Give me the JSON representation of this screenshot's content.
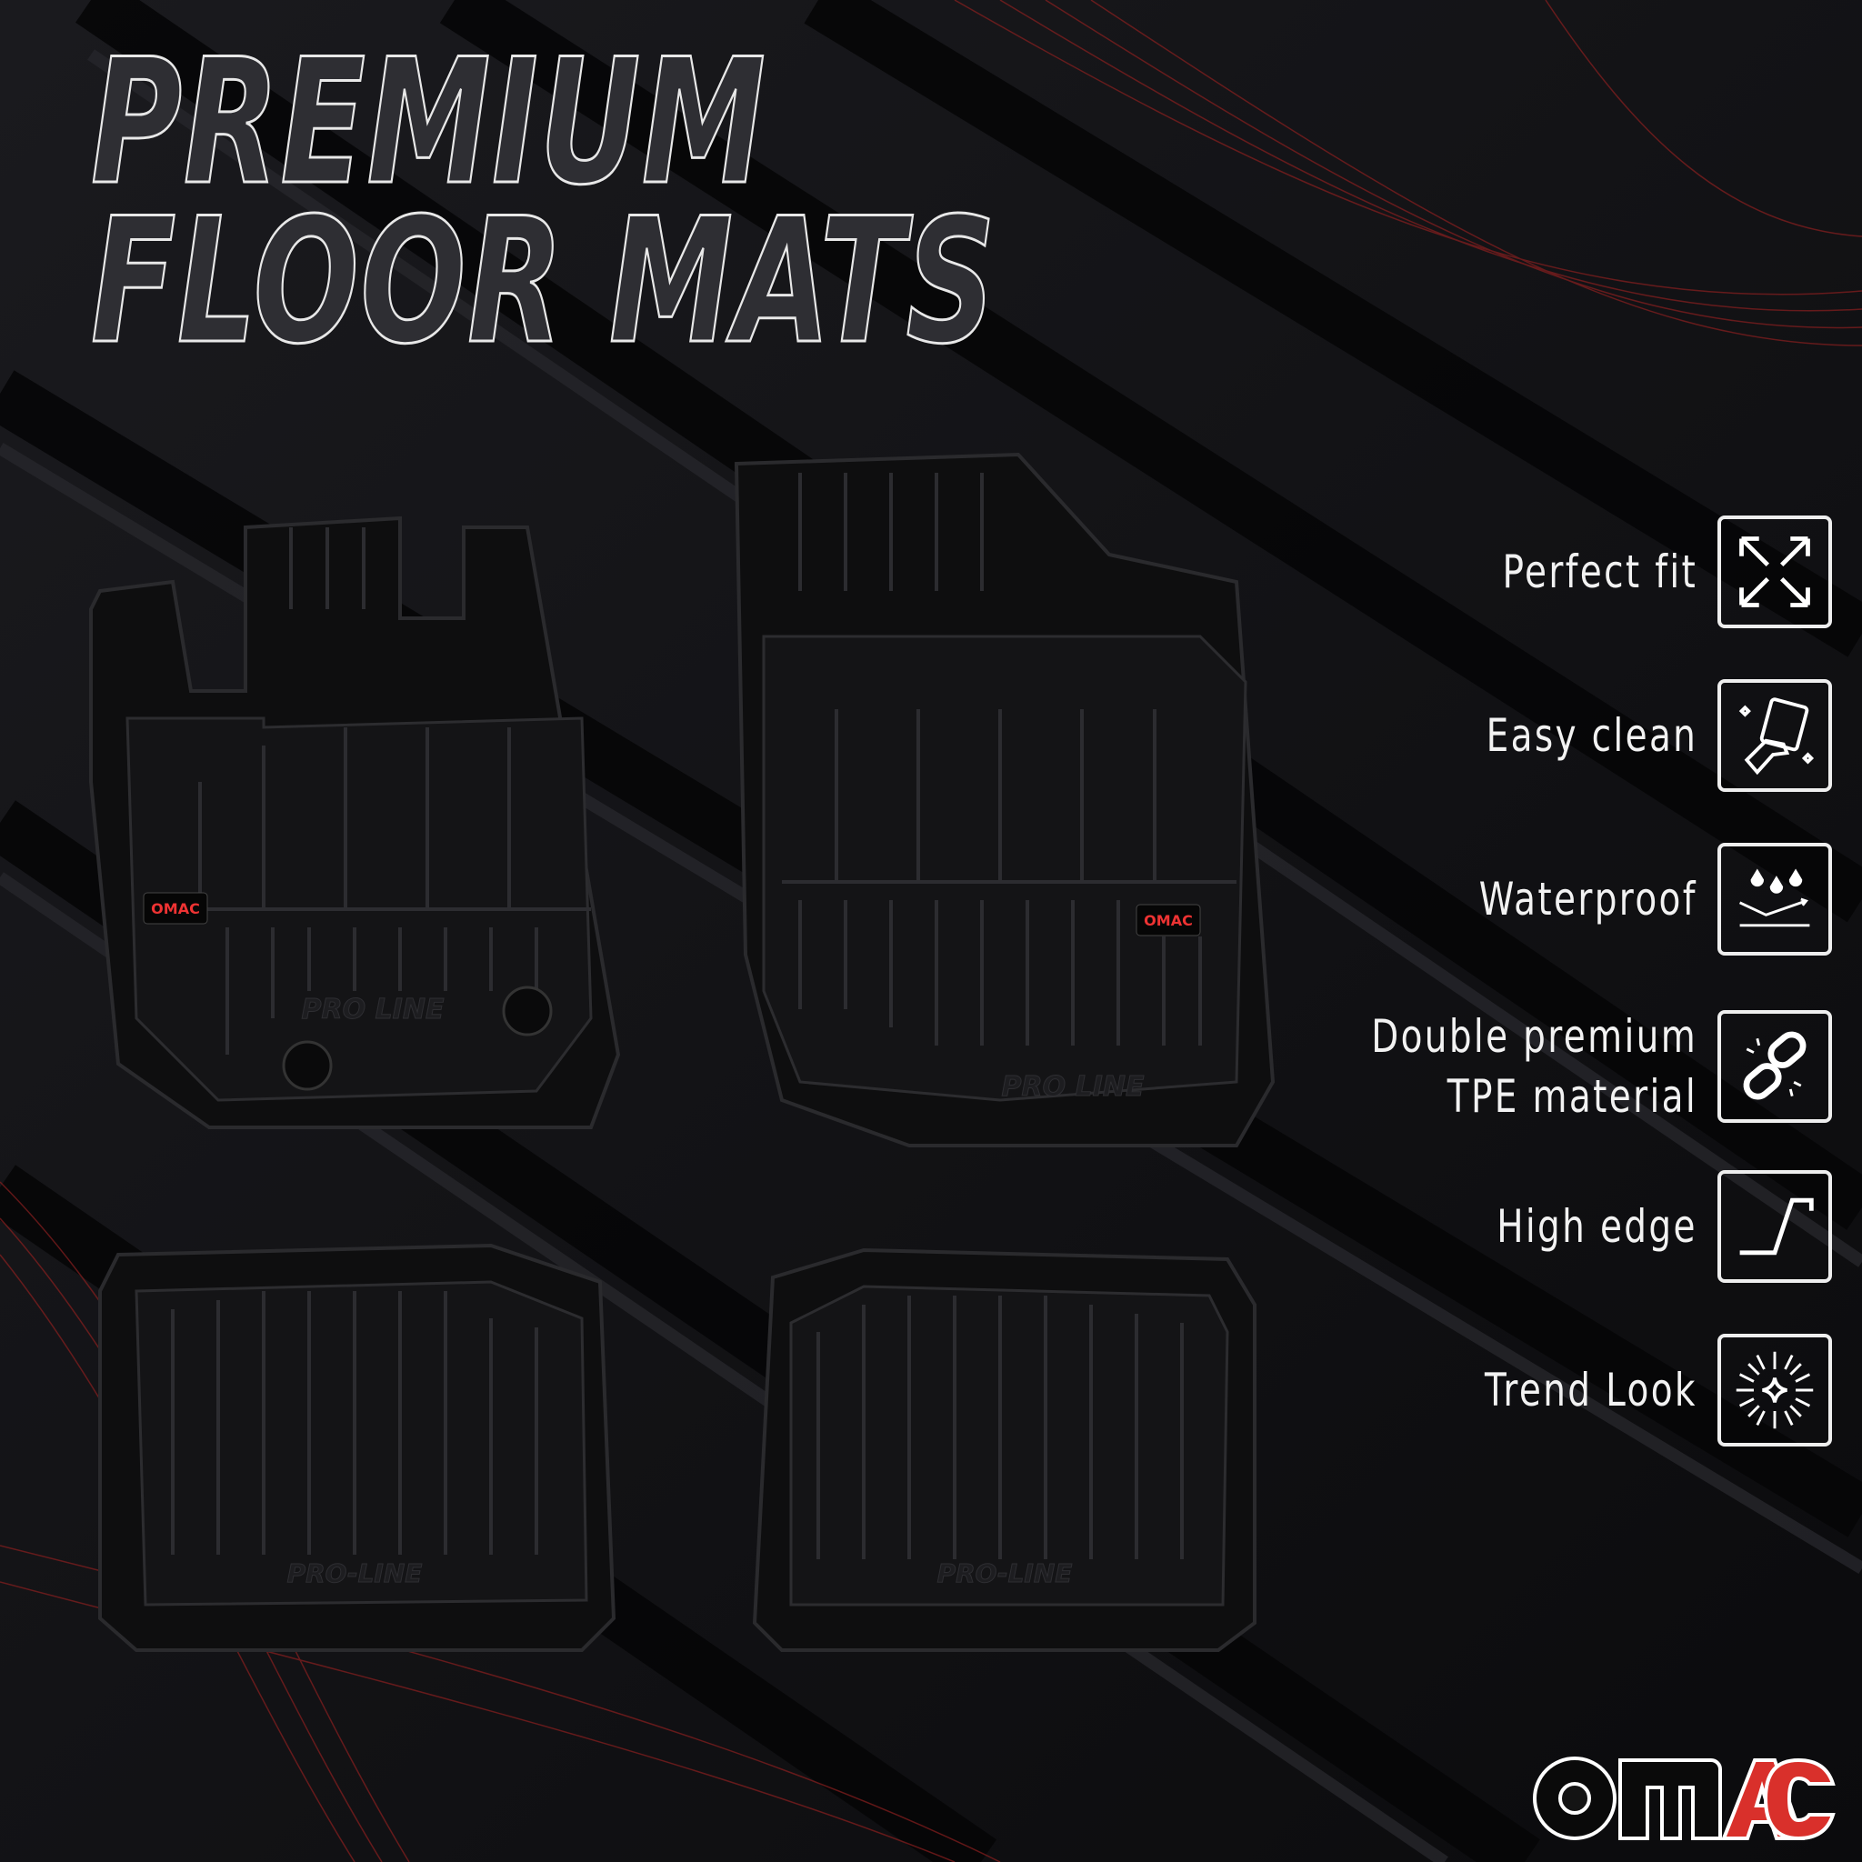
{
  "headline": {
    "line1": "PREMIUM",
    "line2": "FLOOR MATS"
  },
  "features": [
    {
      "label": "Perfect fit",
      "icon": "expand-arrows-icon"
    },
    {
      "label": "Easy clean",
      "icon": "hand-wiping-icon"
    },
    {
      "label": "Waterproof",
      "icon": "water-drops-icon"
    },
    {
      "label": "Double premium\nTPE material",
      "icon": "chain-link-icon"
    },
    {
      "label": "High edge",
      "icon": "high-edge-icon"
    },
    {
      "label": "Trend Look",
      "icon": "sparkle-icon"
    }
  ],
  "mats": {
    "front_text": "PRO LINE",
    "rear_text": "PRO-LINE",
    "badge": "OMAC"
  },
  "brand": {
    "logo_text": "OMAC",
    "colors": {
      "black": "#0a0a0a",
      "red": "#d9302b",
      "outline": "#ffffff"
    }
  },
  "colors": {
    "background": "#101013",
    "accent_lines": "#8a1f1f",
    "text": "#f2f2f2"
  }
}
